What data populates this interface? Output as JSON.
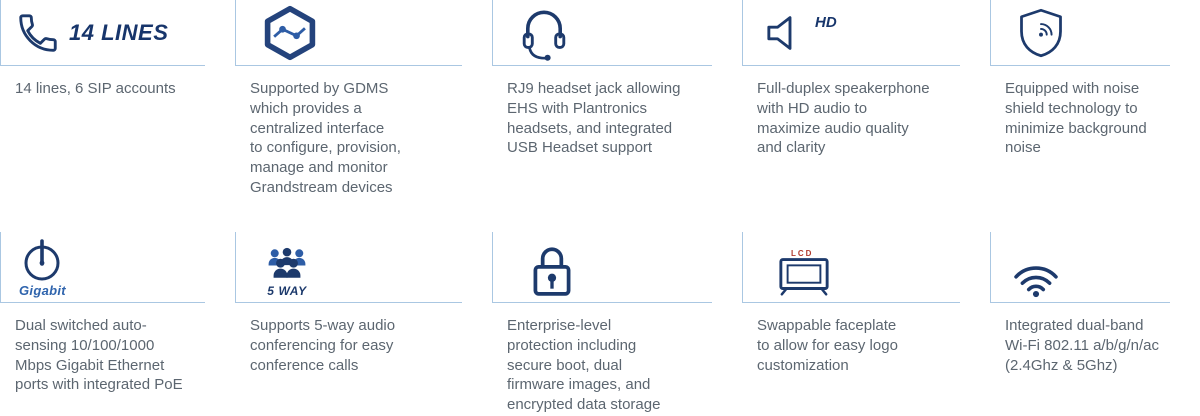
{
  "colors": {
    "icon_navy": "#1d3a6c",
    "icon_blue": "#2e5da6",
    "divider": "#aac7e2",
    "text": "#5c6670",
    "lcd_red": "#b03a2e"
  },
  "features": [
    {
      "icon": "phone-icon",
      "icon_label": "14 LINES",
      "text": "14 lines, 6 SIP accounts"
    },
    {
      "icon": "gdms-hexagon-icon",
      "text": "Supported by GDMS\nwhich provides a\ncentralized interface\nto configure, provision,\nmanage and monitor\nGrandstream devices"
    },
    {
      "icon": "headset-icon",
      "text": "RJ9 headset jack allowing\nEHS with Plantronics\nheadsets, and integrated\nUSB Headset support"
    },
    {
      "icon": "hd-speakerphone-icon",
      "icon_label": "HD",
      "text": "Full-duplex speakerphone\nwith HD audio to\nmaximize audio quality\nand clarity"
    },
    {
      "icon": "noise-shield-icon",
      "text": "Equipped with noise\nshield technology to\nminimize background\nnoise"
    },
    {
      "icon": "gigabit-gauge-icon",
      "icon_label": "Gigabit",
      "text": "Dual switched auto-\nsensing 10/100/1000\nMbps Gigabit Ethernet\nports with integrated PoE"
    },
    {
      "icon": "five-way-conference-icon",
      "icon_label": "5 WAY",
      "text": "Supports 5-way audio\nconferencing for easy\nconference calls"
    },
    {
      "icon": "security-lock-icon",
      "text": "Enterprise-level\nprotection including\nsecure boot, dual\nfirmware images, and\nencrypted data storage"
    },
    {
      "icon": "swappable-faceplate-icon",
      "icon_label": "LCD",
      "text": "Swappable faceplate\nto allow for easy logo\ncustomization"
    },
    {
      "icon": "wifi-icon",
      "text": "Integrated dual-band\nWi-Fi 802.11 a/b/g/n/ac\n(2.4Ghz & 5Ghz)"
    }
  ]
}
